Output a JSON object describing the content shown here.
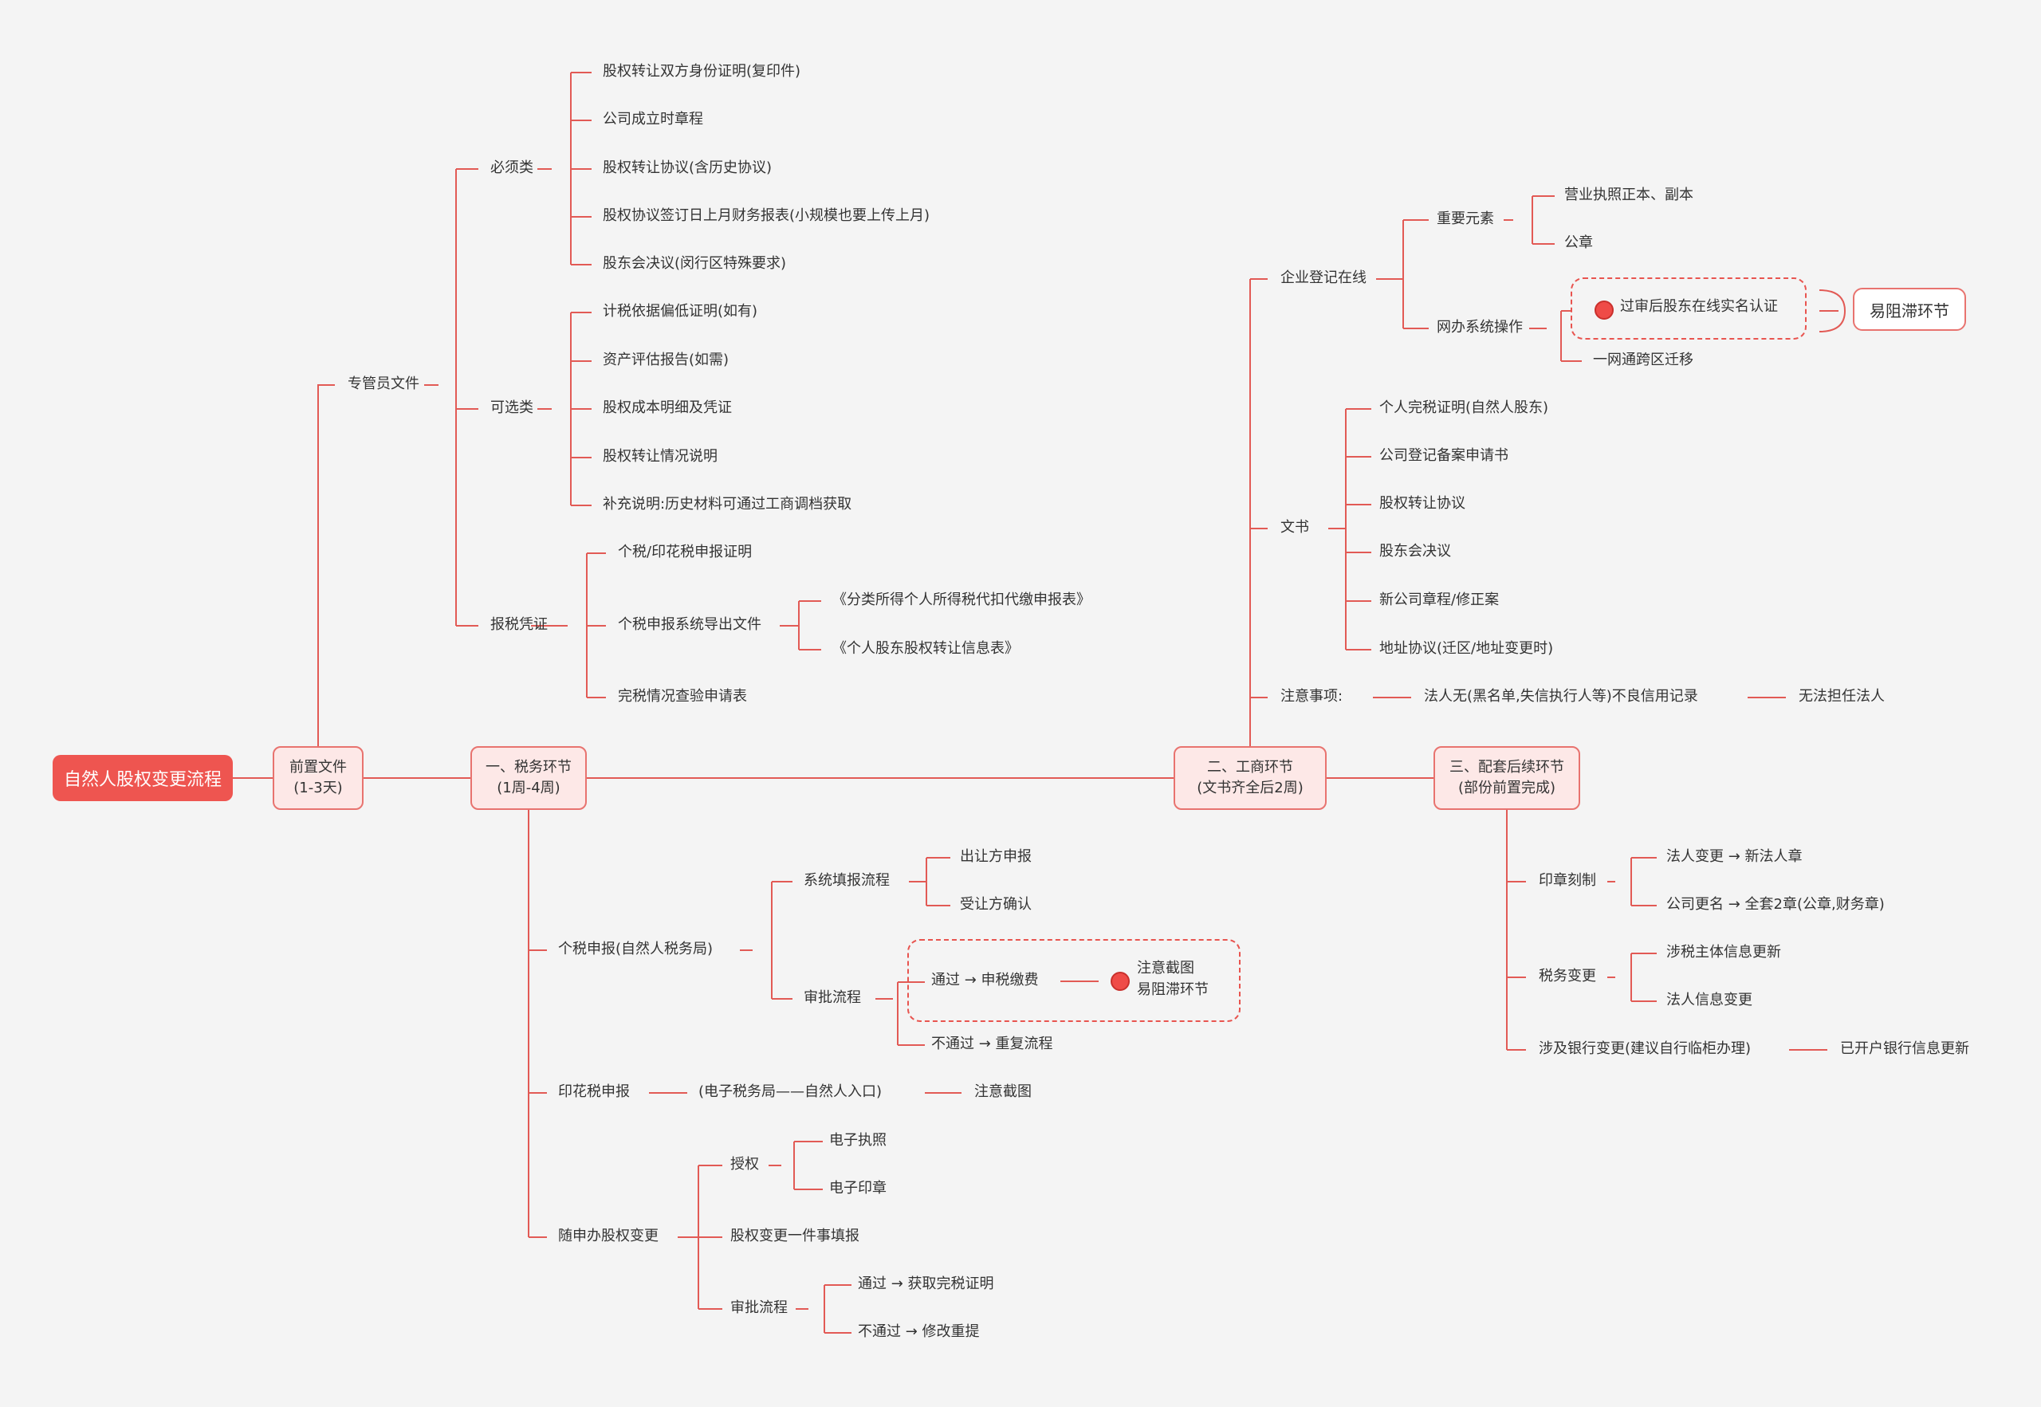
{
  "root": "自然人股权变更流程",
  "stage0": {
    "line1": "前置文件",
    "line2": "(1-3天)"
  },
  "stage1": {
    "line1": "一、税务环节",
    "line2": "(1周-4周)"
  },
  "stage2": {
    "line1": "二、工商环节",
    "line2": "(文书齐全后2周)"
  },
  "stage3": {
    "line1": "三、配套后续环节",
    "line2": "(部份前置完成)"
  },
  "pre": {
    "zgy": "专管员文件",
    "bx": {
      "label": "必须类",
      "items": [
        "股权转让双方身份证明(复印件)",
        "公司成立时章程",
        "股权转让协议(含历史协议)",
        "股权协议签订日上月财务报表(小规模也要上传上月)",
        "股东会决议(闵行区特殊要求)"
      ]
    },
    "kx": {
      "label": "可选类",
      "items": [
        "计税依据偏低证明(如有)",
        "资产评估报告(如需)",
        "股权成本明细及凭证",
        "股权转让情况说明",
        "补充说明:历史材料可通过工商调档获取"
      ]
    },
    "bs": {
      "label": "报税凭证",
      "a": "个税/印花税申报证明",
      "b": "个税申报系统导出文件",
      "b1": "《分类所得个人所得税代扣代缴申报表》",
      "b2": "《个人股东股权转让信息表》",
      "c": "完税情况查验申请表"
    }
  },
  "tax": {
    "gs": {
      "label": "个税申报(自然人税务局)",
      "xt": "系统填报流程",
      "xt1": "出让方申报",
      "xt2": "受让方确认",
      "sp": "审批流程",
      "pass": "通过 → 申税缴费",
      "note1": "注意截图",
      "note2": "易阻滞环节",
      "fail": "不通过 → 重复流程"
    },
    "yh": {
      "label": "印花税申报",
      "mid": "(电子税务局——自然人入口)",
      "end": "注意截图"
    },
    "ss": {
      "label": "随申办股权变更",
      "sq": "授权",
      "sq1": "电子执照",
      "sq2": "电子印章",
      "yjs": "股权变更一件事填报",
      "sp": "审批流程",
      "pass": "通过 → 获取完税证明",
      "fail": "不通过 → 修改重提"
    }
  },
  "biz": {
    "qy": {
      "label": "企业登记在线",
      "zy": "重要元素",
      "zy1": "营业执照正本、副本",
      "zy2": "公章",
      "wb": "网办系统操作",
      "wb1": "过审后股东在线实名认证",
      "wb2": "一网通跨区迁移",
      "tag": "易阻滞环节"
    },
    "ws": {
      "label": "文书",
      "items": [
        "个人完税证明(自然人股东)",
        "公司登记备案申请书",
        "股权转让协议",
        "股东会决议",
        "新公司章程/修正案",
        "地址协议(迁区/地址变更时)"
      ]
    },
    "zy": {
      "label": "注意事项:",
      "mid": "法人无(黑名单,失信执行人等)不良信用记录",
      "end": "无法担任法人"
    }
  },
  "after": {
    "yz": {
      "label": "印章刻制",
      "a": "法人变更 → 新法人章",
      "b": "公司更名 → 全套2章(公章,财务章)"
    },
    "sw": {
      "label": "税务变更",
      "a": "涉税主体信息更新",
      "b": "法人信息变更"
    },
    "yh": {
      "label": "涉及银行变更(建议自行临柜办理)",
      "end": "已开户银行信息更新"
    }
  }
}
